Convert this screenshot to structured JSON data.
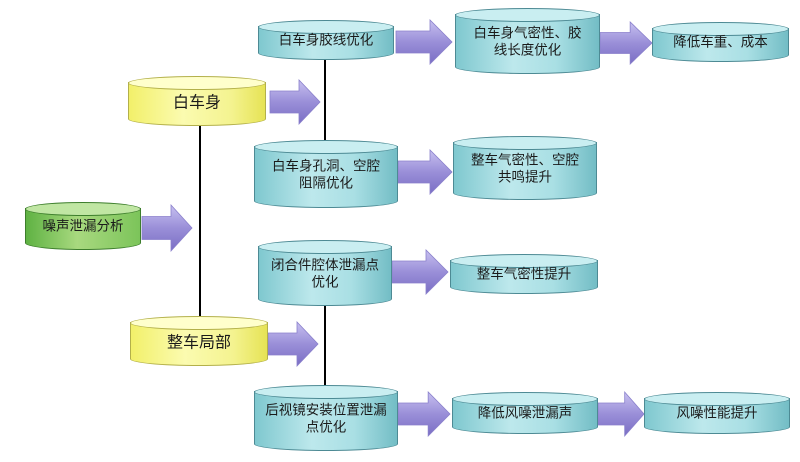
{
  "nodes": {
    "source": "噪声泄漏分析",
    "body_in_white": "白车身",
    "full_vehicle": "整车局部",
    "bw_glue_line": "白车身胶线优化",
    "bw_seal_length": "白车身气密性、胶线长度优化",
    "reduce_weight_cost": "降低车重、成本",
    "bw_hole_cavity": "白车身孔洞、空腔阻隔优化",
    "airtight_cavity_resonance": "整车气密性、空腔共鸣提升",
    "closure_cavity_leak": "闭合件腔体泄漏点优化",
    "airtight_improve": "整车气密性提升",
    "mirror_leak": "后视镜安装位置泄漏点优化",
    "reduce_wind_noise": "降低风噪泄漏声",
    "wind_noise_improve": "风噪性能提升"
  },
  "colors": {
    "cyan_node": "#a9dfe4",
    "yellow_node": "#f6f58a",
    "green_node": "#7cc45a",
    "arrow": "#9a8fd8",
    "connector_line": "#000000"
  }
}
